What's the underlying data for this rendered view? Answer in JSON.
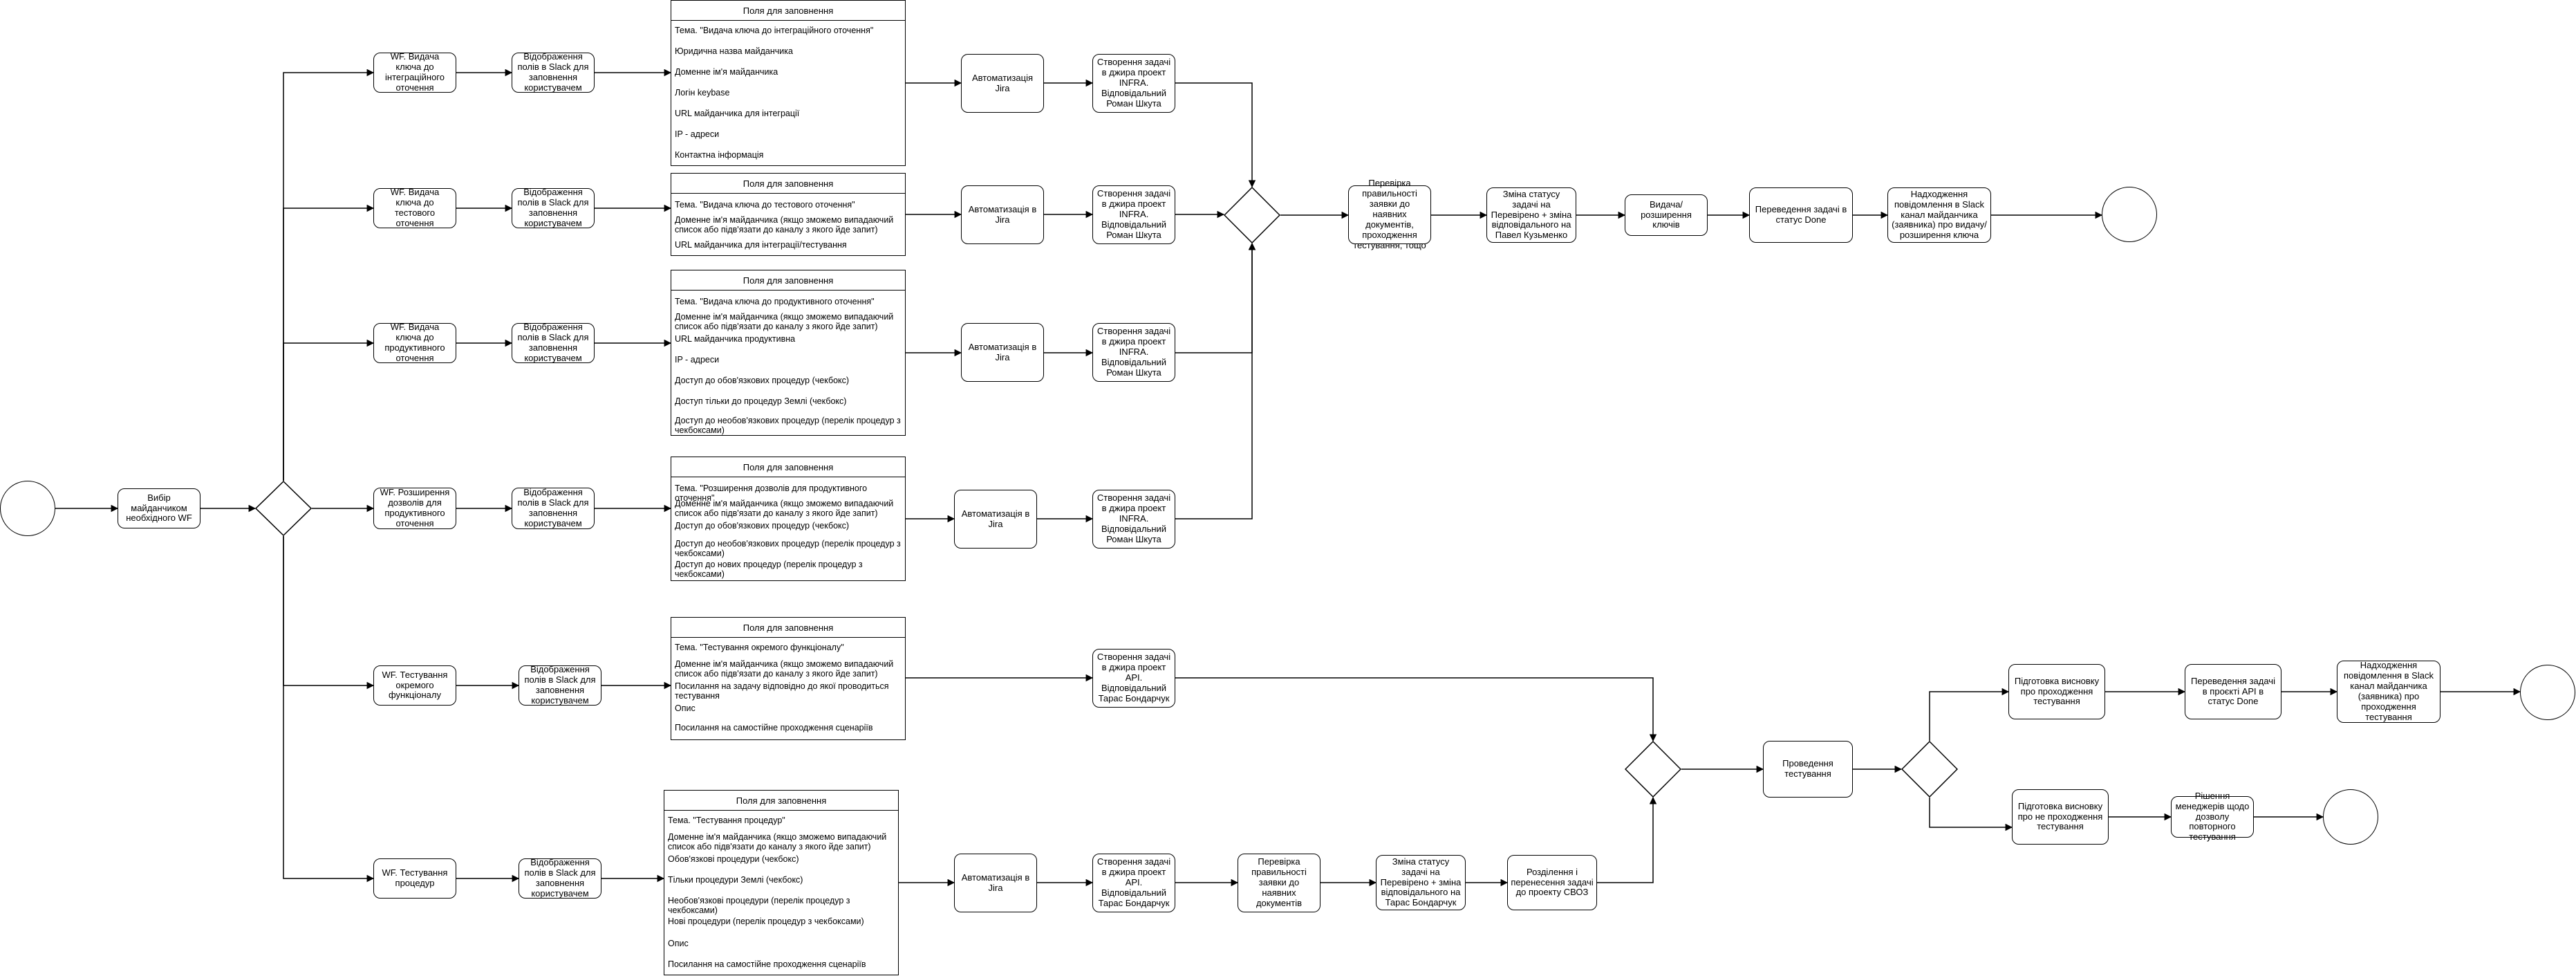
{
  "diagram": {
    "start_label": "",
    "choose_wf": "Вибір майданчиком необхідного WF",
    "wf": {
      "integration": "WF. Видача ключа до інтеграційного оточення",
      "test": "WF. Видача ключа до тестового оточення",
      "prod": "WF. Видача ключа до продуктивного оточення",
      "expand": "WF. Розширення дозволів для продуктивного оточення",
      "func_test": "WF. Тестування окремого функціоналу",
      "proc_test": "WF. Тестування процедур"
    },
    "slack_fields": "Відображення полів в Slack для заповнення користувачем",
    "automation_jira": "Автоматизація Jira",
    "automation_jira_alt": "Автоматизація в Jira",
    "create_infra": "Створення задачі в джира проект INFRA. Відповідальний Роман Шкута",
    "create_api": "Створення задачі в джира проект API. Відповідальний Тарас Бондарчук",
    "check_docs_testing": "Перевірка правильності заявки до наявних документів, проходження тестування, тощо",
    "status_check_pavel": "Зміна статусу задачі на Перевірено + зміна відповідального на Павел Кузьменко",
    "issue_key": "Видача/розширення ключів",
    "to_done": "Переведення задачі в статус Done",
    "notify_key": "Надходження повідомлення в Slack канал майданчика (заявника) про видачу/ розширення ключа",
    "check_docs": "Перевірка правильності заявки до наявних документів",
    "status_check_taras": "Зміна статусу задачі на Перевірено + зміна відповідального на Тарас Бондарчук",
    "split_svdz": "Розділення і перенесення задачі до проекту СВОЗ",
    "conduct_testing": "Проведення тестування",
    "conclusion_pass": "Підготовка висновку про проходження тестування",
    "api_done": "Переведення задачі в проєкті API в статус Done",
    "notify_testing": "Надходження повідомлення в Slack канал майданчика (заявника) про проходження тестування",
    "conclusion_fail": "Підготовка висновку про не проходження тестування",
    "manager_decision": "Рішення менеджерів щодо дозволу повторного тестування"
  },
  "forms": [
    {
      "title": "Поля для заповнення",
      "fields": [
        "Тема. \"Видача ключа до інтеграційного оточення\"",
        "Юридична назва майданчика",
        "Доменне ім'я майданчика",
        "Логін keybase",
        "URL майданчика для інтеграції",
        "IP - адреси",
        "Контактна інформація"
      ]
    },
    {
      "title": "Поля для заповнення",
      "fields": [
        "Тема. \"Видача ключа до тестового оточення\"",
        "Доменне ім'я майданчика (якщо зможемо випадаючий список або підв'язати до каналу з якого йде запит)",
        "URL майданчика для інтеграції/тестування"
      ]
    },
    {
      "title": "Поля для заповнення",
      "fields": [
        "Тема. \"Видача ключа до продуктивного оточення\"",
        "Доменне ім'я майданчика (якщо зможемо випадаючий список або підв'язати до каналу з якого йде запит)",
        "URL майданчика продуктивна",
        "IP - адреси",
        "Доступ до обов'язкових процедур (чекбокс)",
        "Доступ тільки до процедур Землі (чекбокс)",
        "Доступ до необов'язкових процедур (перелік процедур з чекбоксами)"
      ]
    },
    {
      "title": "Поля для заповнення",
      "fields": [
        "Тема. \"Розширення дозволів для продуктивного оточення\"",
        "Доменне ім'я майданчика (якщо зможемо випадаючий список або підв'язати до каналу з якого йде запит)",
        "Доступ до обов'язкових процедур (чекбокс)",
        "Доступ до необов'язкових процедур (перелік процедур з чекбоксами)",
        "Доступ до нових процедур (перелік процедур з чекбоксами)"
      ]
    },
    {
      "title": "Поля для заповнення",
      "fields": [
        "Тема. \"Тестування окремого функціоналу\"",
        "Доменне ім'я майданчика (якщо зможемо випадаючий список або підв'язати до каналу з якого йде запит)",
        "Посилання на задачу відповідно до якої проводиться тестування",
        "Опис",
        "Посилання на самостійне проходження сценаріїв"
      ]
    },
    {
      "title": "Поля для заповнення",
      "fields": [
        "Тема. \"Тестування процедур\"",
        "Доменне ім'я майданчика (якщо зможемо випадаючий список або підв'язати до каналу з якого йде запит)",
        "Обов'язкові процедури (чекбокс)",
        "Тільки процедури Землі (чекбокс)",
        "Необов'язкові процедури (перелік процедур з чекбоксами)",
        "Нові процедури (перелік процедур з чекбоксами)",
        "Опис",
        "Посилання на самостійне проходження сценаріїв"
      ]
    }
  ]
}
